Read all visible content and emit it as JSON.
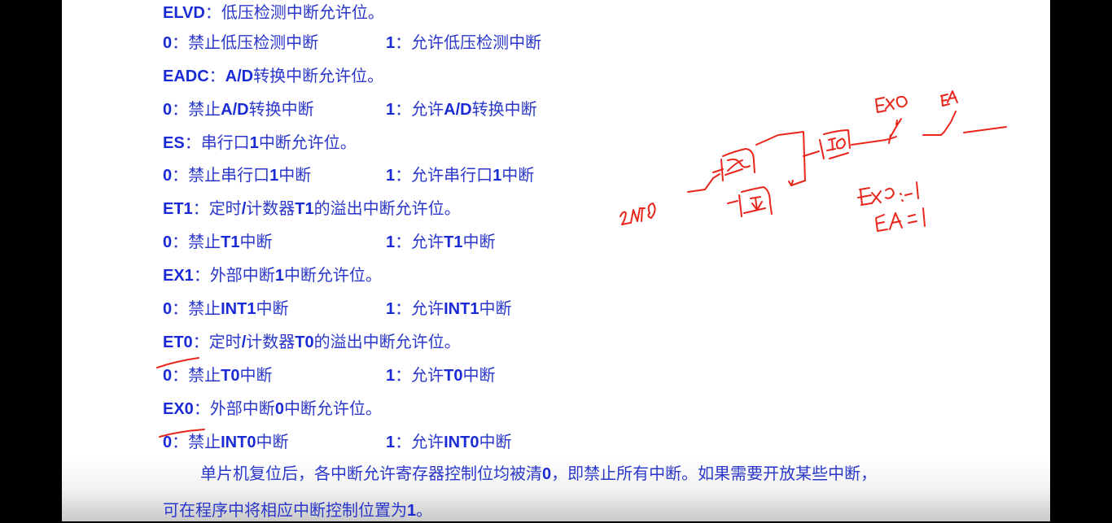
{
  "document": {
    "bits": [
      {
        "name": "ELVD",
        "sep": "：",
        "desc": "低压检测中断允许位。",
        "opt0_key": "0",
        "opt0_text": "禁止低压检测中断",
        "opt1_key": "1",
        "opt1_text": "允许低压检测中断"
      },
      {
        "name": "EADC",
        "sep": "：",
        "desc_b": "A/D",
        "desc": "转换中断允许位。",
        "opt0_key": "0",
        "opt0_pre": "禁止",
        "opt0_b": "A/D",
        "opt0_post": "转换中断",
        "opt1_key": "1",
        "opt1_pre": "允许",
        "opt1_b": "A/D",
        "opt1_post": "转换中断"
      },
      {
        "name": "ES",
        "sep": "：",
        "desc_pre": "串行口",
        "desc_b": "1",
        "desc_post": "中断允许位。",
        "opt0_key": "0",
        "opt0_pre": "禁止串行口",
        "opt0_b": "1",
        "opt0_post": "中断",
        "opt1_key": "1",
        "opt1_pre": "允许串行口",
        "opt1_b": "1",
        "opt1_post": "中断"
      },
      {
        "name": "ET1",
        "sep": "：",
        "desc_pre": "定时",
        "desc_b1": "/",
        "desc_mid": "计数器",
        "desc_b2": "T1",
        "desc_post": "的溢出中断允许位。",
        "opt0_key": "0",
        "opt0_pre": "禁止",
        "opt0_b": "T1",
        "opt0_post": "中断",
        "opt1_key": "1",
        "opt1_pre": "允许",
        "opt1_b": "T1",
        "opt1_post": "中断"
      },
      {
        "name": "EX1",
        "sep": "：",
        "desc_pre": "外部中断",
        "desc_b": "1",
        "desc_post": "中断允许位。",
        "opt0_key": "0",
        "opt0_pre": "禁止",
        "opt0_b": "INT1",
        "opt0_post": "中断",
        "opt1_key": "1",
        "opt1_pre": "允许",
        "opt1_b": "INT1",
        "opt1_post": "中断"
      },
      {
        "name": "ET0",
        "sep": "：",
        "desc_pre": "定时",
        "desc_b1": "/",
        "desc_mid": "计数器",
        "desc_b2": "T0",
        "desc_post": "的溢出中断允许位。",
        "opt0_key": "0",
        "opt0_pre": "禁止",
        "opt0_b": "T0",
        "opt0_post": "中断",
        "opt1_key": "1",
        "opt1_pre": "允许",
        "opt1_b": "T0",
        "opt1_post": "中断"
      },
      {
        "name": "EX0",
        "sep": "：",
        "desc_pre": "外部中断",
        "desc_b": "0",
        "desc_post": "中断允许位。",
        "opt0_key": "0",
        "opt0_pre": "禁止",
        "opt0_b": "INT0",
        "opt0_post": "中断",
        "opt1_key": "1",
        "opt1_pre": "允许",
        "opt1_b": "INT0",
        "opt1_post": "中断"
      }
    ],
    "colon": "：",
    "paragraph": {
      "line1_pre": "单片机复位后，各中断允许寄存器控制位均被清",
      "line1_b": "0",
      "line1_post": "，即禁止所有中断。如果需要开放某些中断，",
      "line2_pre": "可在程序中将相应中断控制位置为",
      "line2_b": "1",
      "line2_post": "。"
    }
  },
  "annotations": {
    "color": "#e8261c",
    "labels": {
      "int0": "INT0",
      "it0_box": "IT0",
      "ie0_box": "IE0",
      "ex0_switch": "EX0",
      "ea_switch": "EA",
      "eq1": "EX0:=1",
      "eq2": "EA:=1"
    }
  },
  "colors": {
    "text_blue": "#2a37c8",
    "bold_blue": "#1a2bd6",
    "page_bg": "#ffffff",
    "frame_bg": "#000000"
  }
}
